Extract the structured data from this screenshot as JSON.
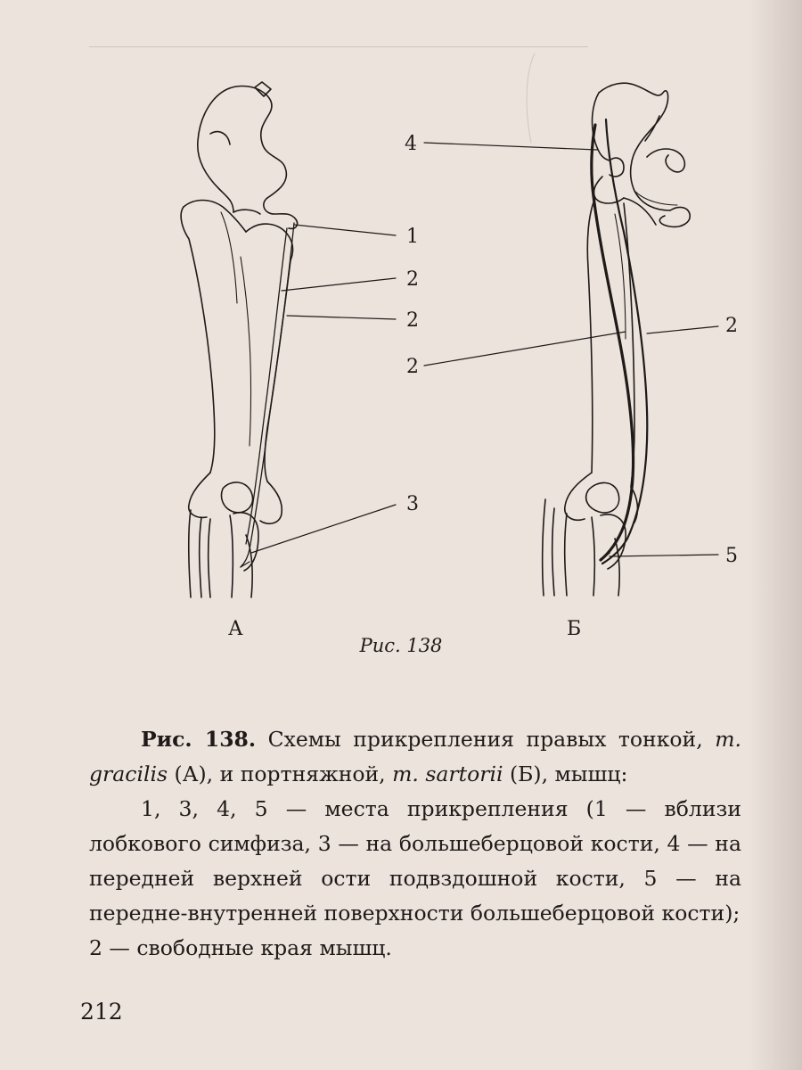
{
  "figure": {
    "labels": {
      "a1": "1",
      "a2_top": "2",
      "a2_bottom": "2",
      "a3": "3",
      "b4": "4",
      "b2_right": "2",
      "b2_left": "2",
      "b5": "5"
    },
    "panel_a": "А",
    "panel_b": "Б",
    "caption": "Рис. 138"
  },
  "text": {
    "title_bold": "Рис. 138.",
    "title_1": " Схемы прикрепления правых тонкой, ",
    "gracilis": "m. gracilis",
    "title_2": " (А), и портняжной, ",
    "sartorii": "m. sartorii",
    "title_3": " (Б), мышц:",
    "body_1": "1, 3, 4, 5 — места прикрепления (1 — вблизи лобкового симфиза, 3 — на большеберцовой кости, 4 — на передней верхней ости подвздошной кости, 5 — на передне-внутренней поверхности большеберцовой кости);",
    "body_2": "2 — свободные края мышц."
  },
  "page_number": "212"
}
